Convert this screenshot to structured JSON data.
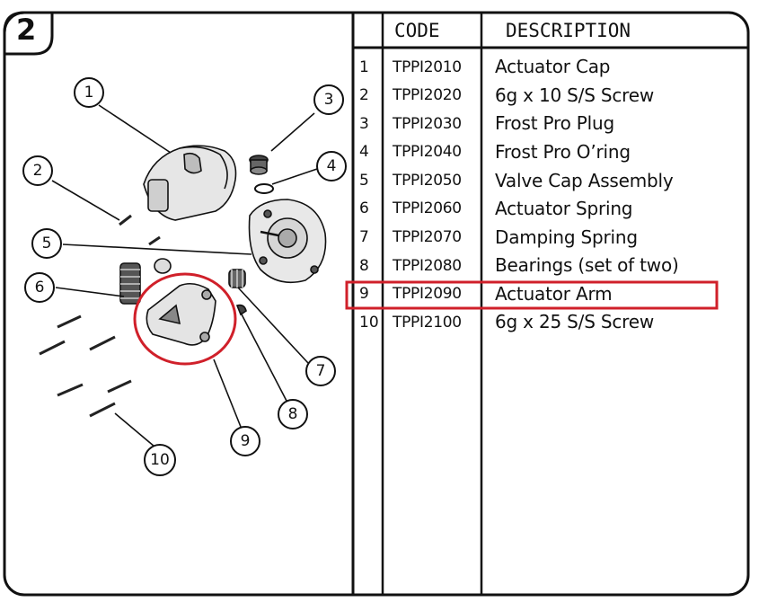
{
  "section": {
    "number": "2"
  },
  "table": {
    "headers": {
      "code": "CODE",
      "description": "DESCRIPTION"
    },
    "rows": [
      {
        "num": "1",
        "code": "TPPI2010",
        "description": "Actuator Cap"
      },
      {
        "num": "2",
        "code": "TPPI2020",
        "description": "6g x 10 S/S Screw"
      },
      {
        "num": "3",
        "code": "TPPI2030",
        "description": "Frost Pro Plug"
      },
      {
        "num": "4",
        "code": "TPPI2040",
        "description": "Frost Pro O’ring"
      },
      {
        "num": "5",
        "code": "TPPI2050",
        "description": "Valve Cap Assembly"
      },
      {
        "num": "6",
        "code": "TPPI2060",
        "description": "Actuator Spring"
      },
      {
        "num": "7",
        "code": "TPPI2070",
        "description": "Damping Spring"
      },
      {
        "num": "8",
        "code": "TPPI2080",
        "description": "Bearings (set of two)"
      },
      {
        "num": "9",
        "code": "TPPI2090",
        "description": "Actuator Arm"
      },
      {
        "num": "10",
        "code": "TPPI2100",
        "description": "6g x 25 S/S Screw"
      }
    ],
    "highlighted_row": "9"
  },
  "callouts": [
    "1",
    "2",
    "3",
    "4",
    "5",
    "6",
    "7",
    "8",
    "9",
    "10"
  ],
  "colors": {
    "highlight": "#d0202a",
    "line": "#111111"
  }
}
